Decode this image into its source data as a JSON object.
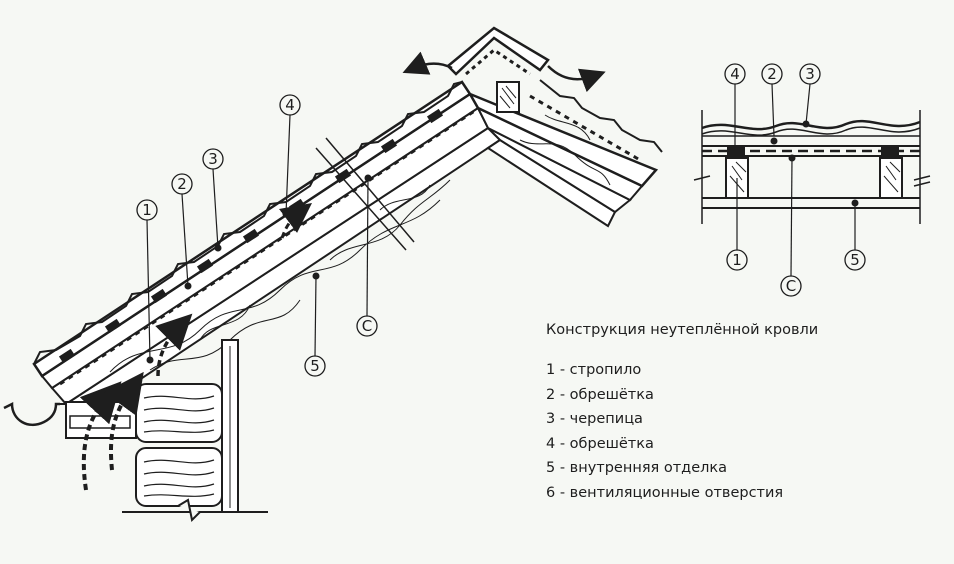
{
  "title": "Конструкция неутеплённой кровли",
  "legend": [
    "1 - стропило",
    "2 - обрешётка",
    "3 - черепица",
    "4 - обрешётка",
    "5 - внутренняя отделка",
    "6 - вентиляционные отверстия"
  ],
  "callouts": {
    "main_1": "1",
    "main_2": "2",
    "main_3": "3",
    "main_4": "4",
    "main_5": "5",
    "main_c": "C",
    "detail_4": "4",
    "detail_2": "2",
    "detail_3": "3",
    "detail_1": "1",
    "detail_c": "C",
    "detail_5": "5"
  },
  "colors": {
    "background": "#f6f8f4",
    "line": "#1e1e1e",
    "wood": "#ffffff"
  }
}
